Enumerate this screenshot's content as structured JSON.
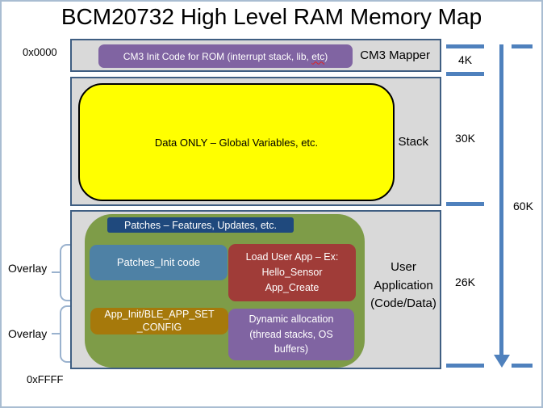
{
  "page": {
    "title": "BCM20732 High Level RAM Memory Map"
  },
  "addresses": {
    "start": "0x0000",
    "end": "0xFFFF"
  },
  "regions": {
    "cm3_mapper": {
      "name": "CM3 Mapper",
      "size": "4K",
      "init_code_pre": "CM3 Init Code for ROM (interrupt stack, lib, ",
      "init_code_typo": "etc",
      "init_code_post": ")"
    },
    "stack": {
      "name": "Stack",
      "size": "30K",
      "data_only": "Data ONLY – Global Variables, etc."
    },
    "user_app": {
      "name_lines": [
        "User",
        "Application",
        "(Code/Data)"
      ],
      "size": "26K",
      "patches_bar": "Patches – Features, Updates, etc.",
      "patches_init": "Patches_Init code",
      "load_user_app_lines": [
        "Load User App – Ex:",
        "Hello_Sensor",
        "App_Create"
      ],
      "app_init_lines": [
        "App_Init/BLE_APP_SET",
        "_CONFIG"
      ],
      "dynamic_alloc_lines": [
        "Dynamic allocation",
        "(thread stacks, OS",
        "buffers)"
      ]
    }
  },
  "overlays": {
    "first": "Overlay",
    "second": "Overlay"
  },
  "total": {
    "size": "60K"
  },
  "colors": {
    "section_fill": "#d9d9d9",
    "section_border": "#3f5e82",
    "purple": "#8064a2",
    "yellow": "#ffff00",
    "navy_bar": "#1f497d",
    "green": "#7e9c48",
    "steel_blue": "#4e81a5",
    "dark_red": "#a03c38",
    "dark_gold": "#a6790b",
    "measure_blue": "#4f81bd",
    "brace_blue": "#9ab2ce"
  }
}
